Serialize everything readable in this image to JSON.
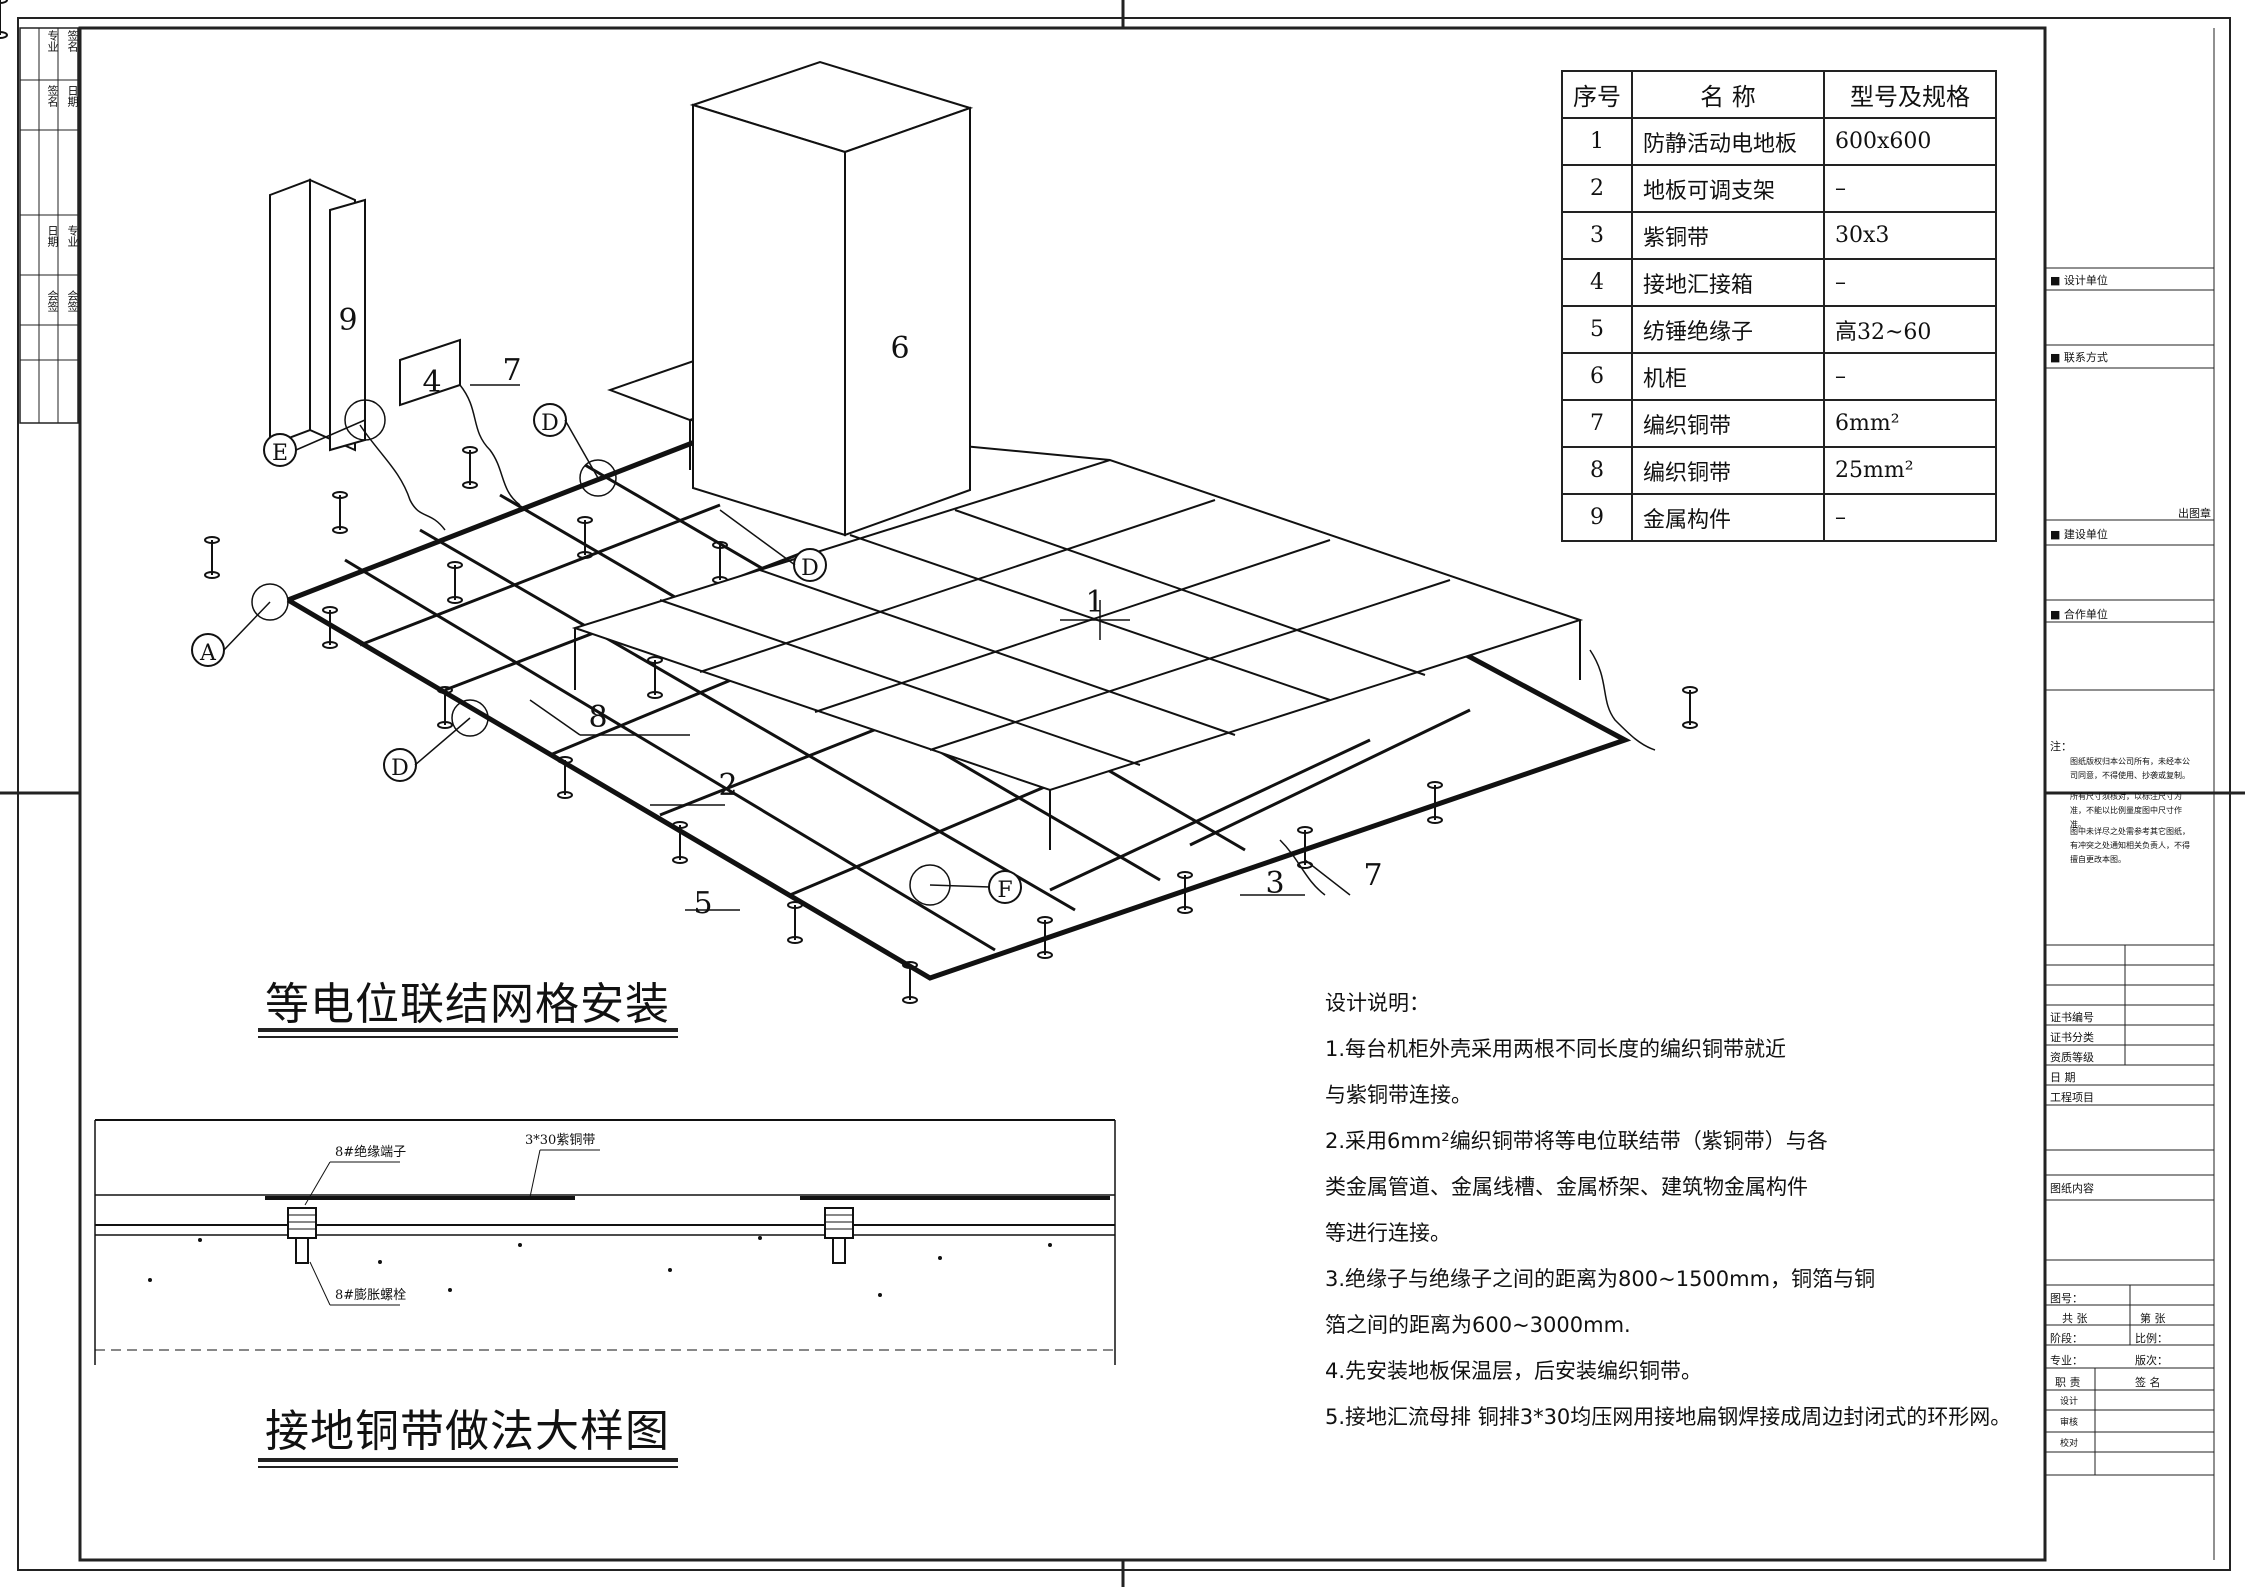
{
  "drawing": {
    "main_title": "等电位联结网格安装",
    "detail_title": "接地铜带做法大样图",
    "callouts": [
      "1",
      "2",
      "3",
      "4",
      "5",
      "6",
      "7",
      "8",
      "9",
      "A",
      "D",
      "E",
      "F"
    ],
    "detail_labels": {
      "insulator": "8#绝缘端子",
      "copper_strip": "3*30紫铜带",
      "anchor_bolt": "8#膨胀螺栓"
    }
  },
  "legend": {
    "headers": [
      "序号",
      "名  称",
      "型号及规格"
    ],
    "rows": [
      {
        "no": "1",
        "name": "防静活动电地板",
        "spec": "600x600"
      },
      {
        "no": "2",
        "name": "地板可调支架",
        "spec": "–"
      },
      {
        "no": "3",
        "name": "紫铜带",
        "spec": "30x3"
      },
      {
        "no": "4",
        "name": "接地汇接箱",
        "spec": "–"
      },
      {
        "no": "5",
        "name": "纺锤绝缘子",
        "spec": "高32~60"
      },
      {
        "no": "6",
        "name": "机柜",
        "spec": "–"
      },
      {
        "no": "7",
        "name": "编织铜带",
        "spec": "6mm²"
      },
      {
        "no": "8",
        "name": "编织铜带",
        "spec": "25mm²"
      },
      {
        "no": "9",
        "name": "金属构件",
        "spec": "–"
      }
    ]
  },
  "notes": {
    "heading": "设计说明：",
    "lines": [
      "1.每台机柜外壳采用两根不同长度的编织铜带就近",
      "与紫铜带连接。",
      "2.采用6mm²编织铜带将等电位联结带（紫铜带）与各",
      "类金属管道、金属线槽、金属桥架、建筑物金属构件",
      "等进行连接。",
      "3.绝缘子与绝缘子之间的距离为800~1500mm，铜箔与铜",
      "箔之间的距离为600~3000mm.",
      "4.先安装地板保温层，后安装编织铜带。",
      "5.接地汇流母排 铜排3*30均压网用接地扁钢焊接成周边封闭式的环形网。"
    ]
  },
  "title_block": {
    "design_unit": "■ 设计单位",
    "contact": "■ 联系方式",
    "stamp": "出图章",
    "build_unit": "■ 建设单位",
    "partner_unit": "■ 合作单位",
    "note_head": "注：",
    "note_lines": [
      "图纸版权归本公司所有，未经本公司同意，不得使用、抄袭或复制。",
      "所有尺寸须核对，以标注尺寸为准，不能以比例量度图中尺寸作准。",
      "图中未详尽之处需参考其它图纸，有冲突之处通知相关负责人，不得擅自更改本图。"
    ],
    "fields": [
      "证书编号",
      "证书分类",
      "资质等级",
      "日  期",
      "工程项目"
    ],
    "drawing_content": "图纸内容",
    "drawing_no": "图号：",
    "total": "共  张",
    "sheet": "第  张",
    "stage": "阶段：",
    "scale": "比例：",
    "discipline": "专业：",
    "version": "版次：",
    "role": "职  责",
    "sign": "签  名",
    "roles": [
      "设计",
      "审核",
      "校对"
    ]
  },
  "left_strip": [
    "专业",
    "签名",
    "日期",
    "会签",
    "签名",
    "日期",
    "专业",
    "会签"
  ]
}
